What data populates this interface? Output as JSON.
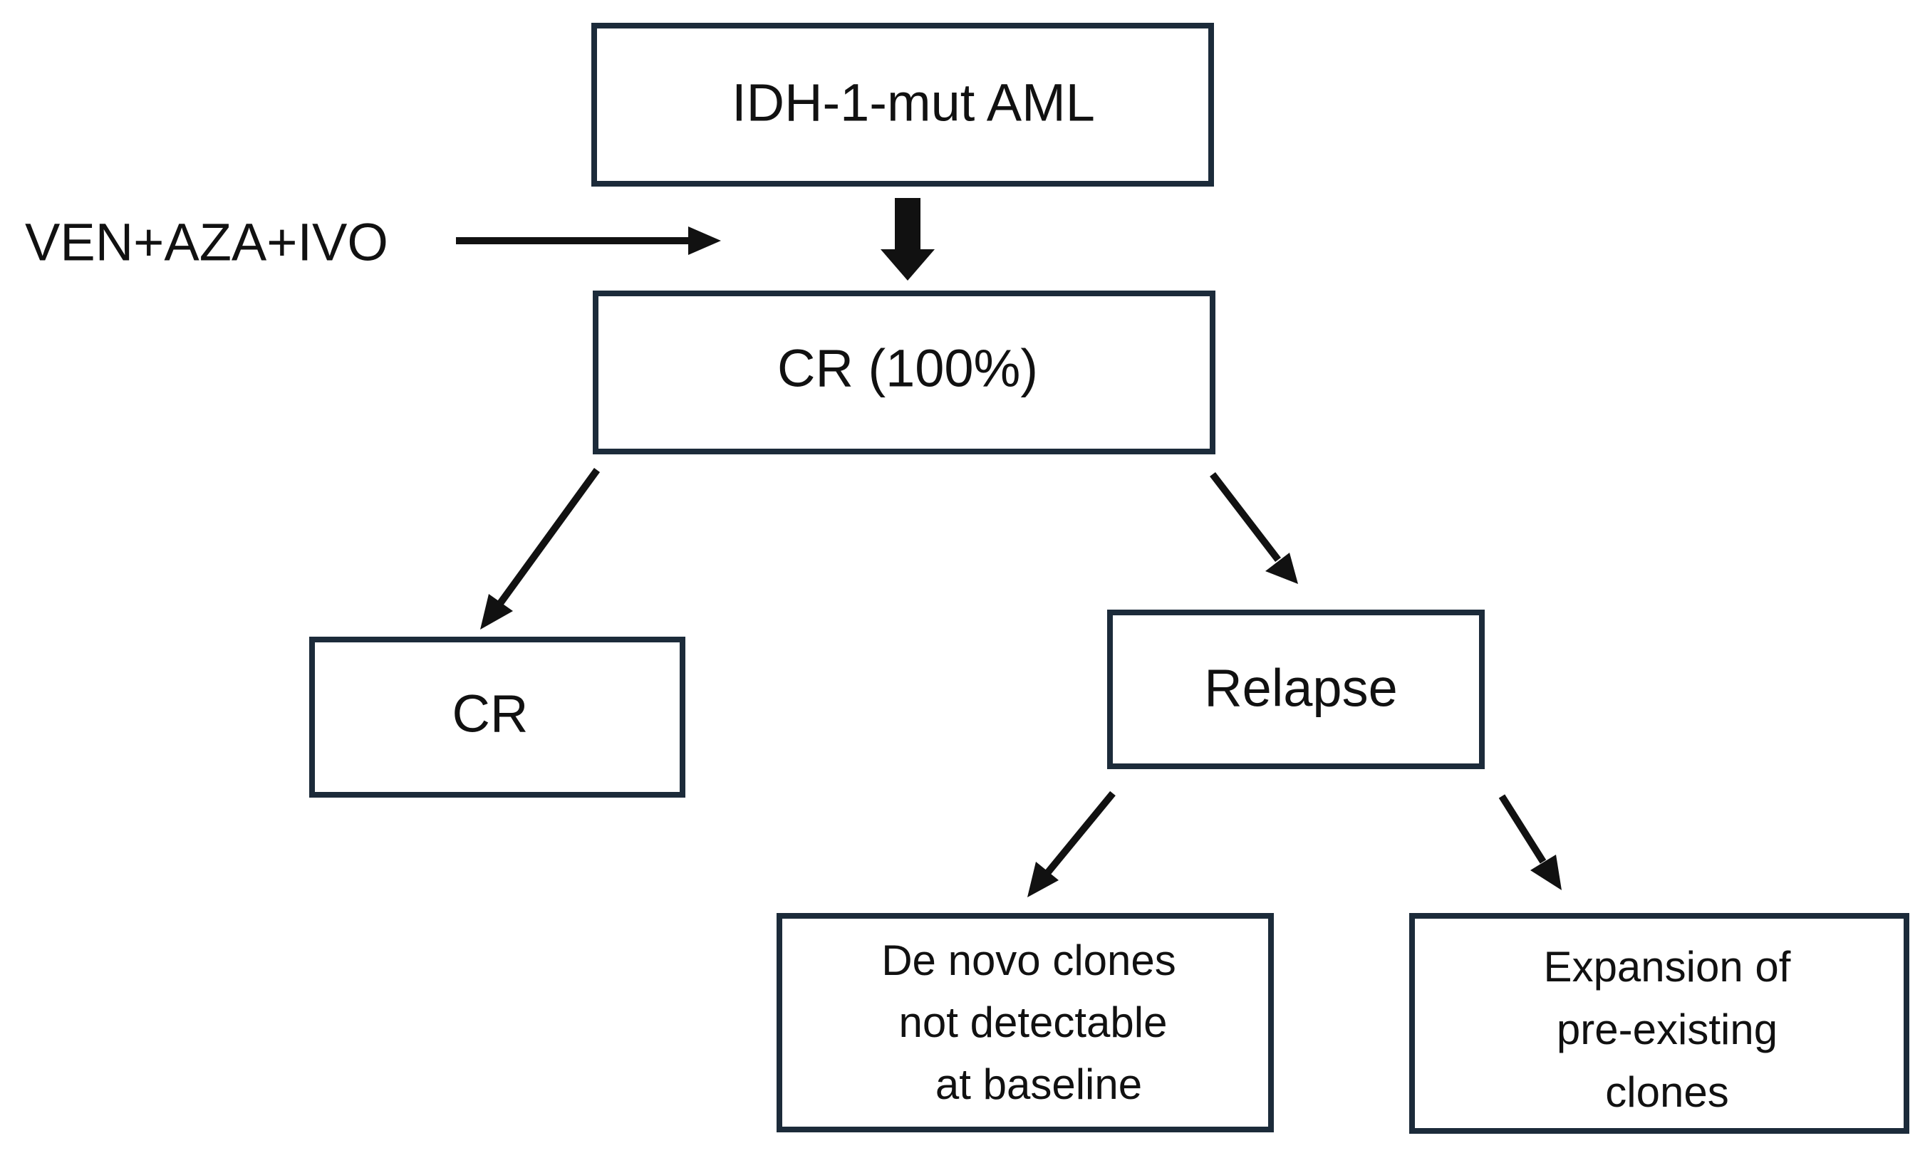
{
  "diagram": {
    "type": "flowchart",
    "colors": {
      "box_border": "#1c2b3a",
      "arrow": "#111111",
      "text": "#111111",
      "background": "#ffffff"
    },
    "nodes": {
      "idh": {
        "text": "IDH-1-mut AML"
      },
      "cr100": {
        "text": "CR (100%)"
      },
      "cr": {
        "text": "CR"
      },
      "relapse": {
        "text": "Relapse"
      },
      "denovo": {
        "lines": [
          "De novo clones",
          "not detectable",
          "at baseline"
        ]
      },
      "expansion": {
        "lines": [
          "Expansion of",
          "pre-existing",
          "clones"
        ]
      }
    },
    "treatment": {
      "text": "VEN+AZA+IVO"
    },
    "edges": [
      {
        "from": "idh",
        "to": "cr100"
      },
      {
        "from": "treatment",
        "to": "idh-cr100-arrow"
      },
      {
        "from": "cr100",
        "to": "cr"
      },
      {
        "from": "cr100",
        "to": "relapse"
      },
      {
        "from": "relapse",
        "to": "denovo"
      },
      {
        "from": "relapse",
        "to": "expansion"
      }
    ]
  }
}
